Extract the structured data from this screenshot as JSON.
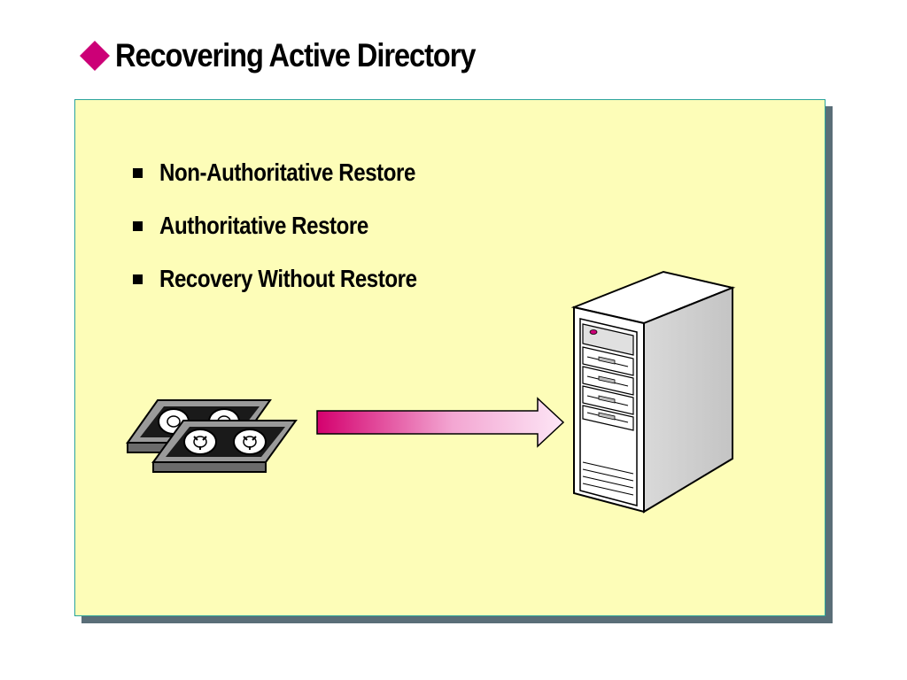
{
  "slide": {
    "title": "Recovering Active Directory",
    "accent_color": "#cc0077",
    "panel_color": "#fdfdb8",
    "panel_border_color": "#2aa39a",
    "panel_shadow_color": "#5a6e78"
  },
  "bullets": [
    {
      "label": "Non-Authoritative Restore",
      "icon": "square-bullet-icon"
    },
    {
      "label": "Authoritative Restore",
      "icon": "square-bullet-icon"
    },
    {
      "label": "Recovery Without Restore",
      "icon": "square-bullet-icon"
    }
  ],
  "illustration": {
    "source_icon": "backup-tapes-icon",
    "arrow_icon": "gradient-arrow-icon",
    "target_icon": "server-tower-icon"
  }
}
